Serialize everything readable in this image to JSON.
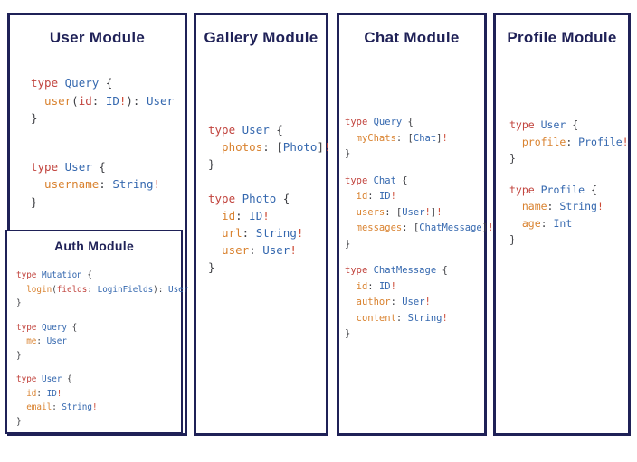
{
  "colors": {
    "navy": "#1f2157",
    "keyword": "#c2453f",
    "typename": "#3568af",
    "field": "#d9822f",
    "punct": "#3f4045",
    "bang": "#cc4a36"
  },
  "modules": [
    {
      "id": "user",
      "title": "User Module",
      "blocks": [
        {
          "lines": [
            [
              {
                "t": "type ",
                "c": "keyword"
              },
              {
                "t": "Query ",
                "c": "typename"
              },
              {
                "t": "{",
                "c": "punct"
              }
            ],
            [
              {
                "t": "  user",
                "c": "field"
              },
              {
                "t": "(",
                "c": "punct"
              },
              {
                "t": "id",
                "c": "keyword"
              },
              {
                "t": ": ",
                "c": "punct"
              },
              {
                "t": "ID",
                "c": "typename"
              },
              {
                "t": "!",
                "c": "bang"
              },
              {
                "t": "): ",
                "c": "punct"
              },
              {
                "t": "User",
                "c": "typename"
              }
            ],
            [
              {
                "t": "}",
                "c": "punct"
              }
            ]
          ]
        },
        {
          "lines": [
            [
              {
                "t": "type ",
                "c": "keyword"
              },
              {
                "t": "User ",
                "c": "typename"
              },
              {
                "t": "{",
                "c": "punct"
              }
            ],
            [
              {
                "t": "  username",
                "c": "field"
              },
              {
                "t": ": ",
                "c": "punct"
              },
              {
                "t": "String",
                "c": "typename"
              },
              {
                "t": "!",
                "c": "bang"
              }
            ],
            [
              {
                "t": "}",
                "c": "punct"
              }
            ]
          ]
        }
      ]
    },
    {
      "id": "gallery",
      "title": "Gallery Module",
      "blocks": [
        {
          "lines": [
            [
              {
                "t": "type ",
                "c": "keyword"
              },
              {
                "t": "User ",
                "c": "typename"
              },
              {
                "t": "{",
                "c": "punct"
              }
            ],
            [
              {
                "t": "  photos",
                "c": "field"
              },
              {
                "t": ": [",
                "c": "punct"
              },
              {
                "t": "Photo",
                "c": "typename"
              },
              {
                "t": "]",
                "c": "punct"
              },
              {
                "t": "!",
                "c": "bang"
              }
            ],
            [
              {
                "t": "}",
                "c": "punct"
              }
            ]
          ]
        },
        {
          "lines": [
            [
              {
                "t": "type ",
                "c": "keyword"
              },
              {
                "t": "Photo ",
                "c": "typename"
              },
              {
                "t": "{",
                "c": "punct"
              }
            ],
            [
              {
                "t": "  id",
                "c": "field"
              },
              {
                "t": ": ",
                "c": "punct"
              },
              {
                "t": "ID",
                "c": "typename"
              },
              {
                "t": "!",
                "c": "bang"
              }
            ],
            [
              {
                "t": "  url",
                "c": "field"
              },
              {
                "t": ": ",
                "c": "punct"
              },
              {
                "t": "String",
                "c": "typename"
              },
              {
                "t": "!",
                "c": "bang"
              }
            ],
            [
              {
                "t": "  user",
                "c": "field"
              },
              {
                "t": ": ",
                "c": "punct"
              },
              {
                "t": "User",
                "c": "typename"
              },
              {
                "t": "!",
                "c": "bang"
              }
            ],
            [
              {
                "t": "}",
                "c": "punct"
              }
            ]
          ]
        }
      ]
    },
    {
      "id": "chat",
      "title": "Chat Module",
      "blocks": [
        {
          "lines": [
            [
              {
                "t": "type ",
                "c": "keyword"
              },
              {
                "t": "Query ",
                "c": "typename"
              },
              {
                "t": "{",
                "c": "punct"
              }
            ],
            [
              {
                "t": "  myChats",
                "c": "field"
              },
              {
                "t": ": [",
                "c": "punct"
              },
              {
                "t": "Chat",
                "c": "typename"
              },
              {
                "t": "]",
                "c": "punct"
              },
              {
                "t": "!",
                "c": "bang"
              }
            ],
            [
              {
                "t": "}",
                "c": "punct"
              }
            ]
          ]
        },
        {
          "lines": [
            [
              {
                "t": "type ",
                "c": "keyword"
              },
              {
                "t": "Chat ",
                "c": "typename"
              },
              {
                "t": "{",
                "c": "punct"
              }
            ],
            [
              {
                "t": "  id",
                "c": "field"
              },
              {
                "t": ": ",
                "c": "punct"
              },
              {
                "t": "ID",
                "c": "typename"
              },
              {
                "t": "!",
                "c": "bang"
              }
            ],
            [
              {
                "t": "  users",
                "c": "field"
              },
              {
                "t": ": [",
                "c": "punct"
              },
              {
                "t": "User",
                "c": "typename"
              },
              {
                "t": "!",
                "c": "bang"
              },
              {
                "t": "]",
                "c": "punct"
              },
              {
                "t": "!",
                "c": "bang"
              }
            ],
            [
              {
                "t": "  messages",
                "c": "field"
              },
              {
                "t": ": [",
                "c": "punct"
              },
              {
                "t": "ChatMessage",
                "c": "typename"
              },
              {
                "t": "]",
                "c": "punct"
              },
              {
                "t": "!",
                "c": "bang"
              }
            ],
            [
              {
                "t": "}",
                "c": "punct"
              }
            ]
          ]
        },
        {
          "lines": [
            [
              {
                "t": "type ",
                "c": "keyword"
              },
              {
                "t": "ChatMessage ",
                "c": "typename"
              },
              {
                "t": "{",
                "c": "punct"
              }
            ],
            [
              {
                "t": "  id",
                "c": "field"
              },
              {
                "t": ": ",
                "c": "punct"
              },
              {
                "t": "ID",
                "c": "typename"
              },
              {
                "t": "!",
                "c": "bang"
              }
            ],
            [
              {
                "t": "  author",
                "c": "field"
              },
              {
                "t": ": ",
                "c": "punct"
              },
              {
                "t": "User",
                "c": "typename"
              },
              {
                "t": "!",
                "c": "bang"
              }
            ],
            [
              {
                "t": "  content",
                "c": "field"
              },
              {
                "t": ": ",
                "c": "punct"
              },
              {
                "t": "String",
                "c": "typename"
              },
              {
                "t": "!",
                "c": "bang"
              }
            ],
            [
              {
                "t": "}",
                "c": "punct"
              }
            ]
          ]
        }
      ]
    },
    {
      "id": "profile",
      "title": "Profile Module",
      "blocks": [
        {
          "lines": [
            [
              {
                "t": "type ",
                "c": "keyword"
              },
              {
                "t": "User ",
                "c": "typename"
              },
              {
                "t": "{",
                "c": "punct"
              }
            ],
            [
              {
                "t": "  profile",
                "c": "field"
              },
              {
                "t": ": ",
                "c": "punct"
              },
              {
                "t": "Profile",
                "c": "typename"
              },
              {
                "t": "!",
                "c": "bang"
              }
            ],
            [
              {
                "t": "}",
                "c": "punct"
              }
            ]
          ]
        },
        {
          "lines": [
            [
              {
                "t": "type ",
                "c": "keyword"
              },
              {
                "t": "Profile ",
                "c": "typename"
              },
              {
                "t": "{",
                "c": "punct"
              }
            ],
            [
              {
                "t": "  name",
                "c": "field"
              },
              {
                "t": ": ",
                "c": "punct"
              },
              {
                "t": "String",
                "c": "typename"
              },
              {
                "t": "!",
                "c": "bang"
              }
            ],
            [
              {
                "t": "  age",
                "c": "field"
              },
              {
                "t": ": ",
                "c": "punct"
              },
              {
                "t": "Int",
                "c": "typename"
              }
            ],
            [
              {
                "t": "}",
                "c": "punct"
              }
            ]
          ]
        }
      ]
    },
    {
      "id": "auth",
      "title": "Auth Module",
      "blocks": [
        {
          "lines": [
            [
              {
                "t": "type ",
                "c": "keyword"
              },
              {
                "t": "Mutation ",
                "c": "typename"
              },
              {
                "t": "{",
                "c": "punct"
              }
            ],
            [
              {
                "t": "  login",
                "c": "field"
              },
              {
                "t": "(",
                "c": "punct"
              },
              {
                "t": "fields",
                "c": "keyword"
              },
              {
                "t": ": ",
                "c": "punct"
              },
              {
                "t": "LoginFields",
                "c": "typename"
              },
              {
                "t": "): ",
                "c": "punct"
              },
              {
                "t": "User",
                "c": "typename"
              }
            ],
            [
              {
                "t": "}",
                "c": "punct"
              }
            ]
          ]
        },
        {
          "lines": [
            [
              {
                "t": "type ",
                "c": "keyword"
              },
              {
                "t": "Query ",
                "c": "typename"
              },
              {
                "t": "{",
                "c": "punct"
              }
            ],
            [
              {
                "t": "  me",
                "c": "field"
              },
              {
                "t": ": ",
                "c": "punct"
              },
              {
                "t": "User",
                "c": "typename"
              }
            ],
            [
              {
                "t": "}",
                "c": "punct"
              }
            ]
          ]
        },
        {
          "lines": [
            [
              {
                "t": "type ",
                "c": "keyword"
              },
              {
                "t": "User ",
                "c": "typename"
              },
              {
                "t": "{",
                "c": "punct"
              }
            ],
            [
              {
                "t": "  id",
                "c": "field"
              },
              {
                "t": ": ",
                "c": "punct"
              },
              {
                "t": "ID",
                "c": "typename"
              },
              {
                "t": "!",
                "c": "bang"
              }
            ],
            [
              {
                "t": "  email",
                "c": "field"
              },
              {
                "t": ": ",
                "c": "punct"
              },
              {
                "t": "String",
                "c": "typename"
              },
              {
                "t": "!",
                "c": "bang"
              }
            ],
            [
              {
                "t": "}",
                "c": "punct"
              }
            ]
          ]
        }
      ]
    }
  ]
}
